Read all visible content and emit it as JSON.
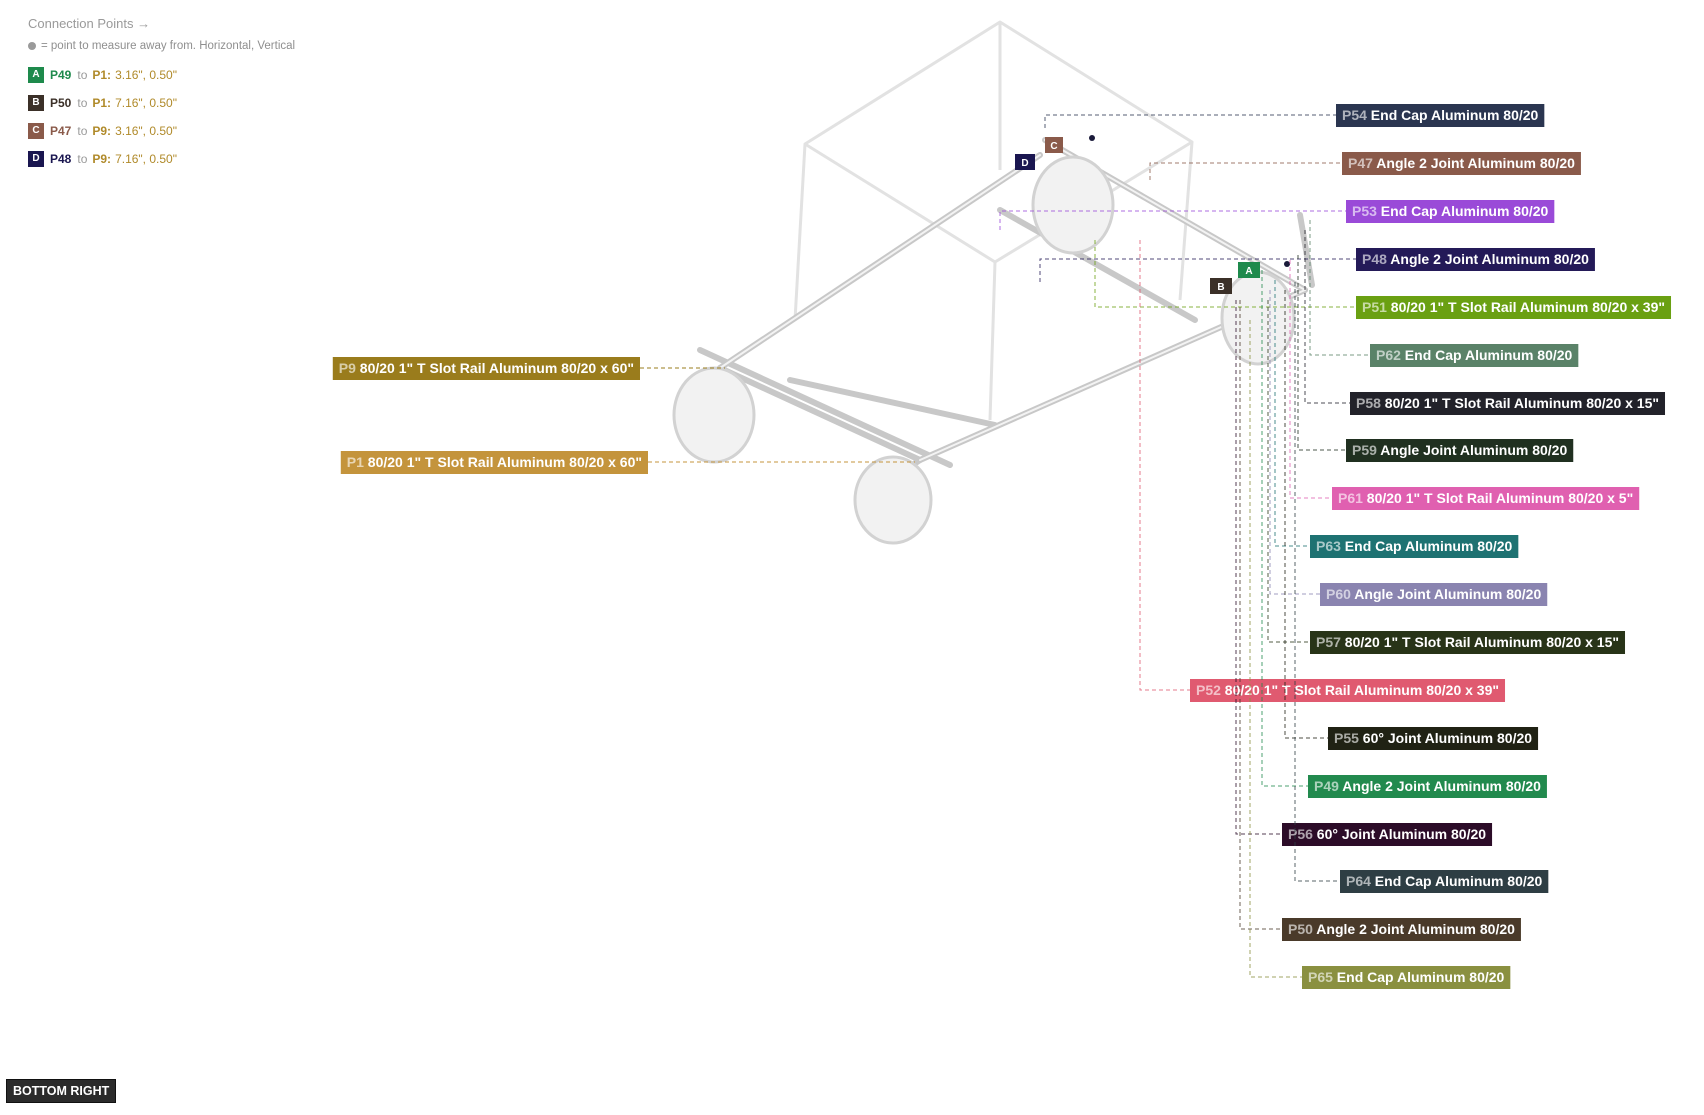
{
  "legend": {
    "title": "Connection Points →",
    "note": "= point to measure away from. Horizontal, Vertical",
    "rows": [
      {
        "letter": "A",
        "from": "P49",
        "to_word": "to",
        "target": "P1:",
        "value": "3.16\", 0.50\"",
        "color": "#1e8a4c"
      },
      {
        "letter": "B",
        "from": "P50",
        "to_word": "to",
        "target": "P1:",
        "value": "7.16\", 0.50\"",
        "color": "#3b3028"
      },
      {
        "letter": "C",
        "from": "P47",
        "to_word": "to",
        "target": "P9:",
        "value": "3.16\", 0.50\"",
        "color": "#8a5a4a"
      },
      {
        "letter": "D",
        "from": "P48",
        "to_word": "to",
        "target": "P9:",
        "value": "7.16\", 0.50\"",
        "color": "#1a1650"
      }
    ]
  },
  "parts": [
    {
      "id": "P54",
      "name": "End Cap Aluminum 80/20",
      "color": "#2a3550"
    },
    {
      "id": "P47",
      "name": "Angle 2 Joint Aluminum 80/20",
      "color": "#8a5a4a"
    },
    {
      "id": "P53",
      "name": "End Cap Aluminum 80/20",
      "color": "#9a4ad8"
    },
    {
      "id": "P48",
      "name": "Angle 2 Joint Aluminum 80/20",
      "color": "#241a58"
    },
    {
      "id": "P51",
      "name": "80/20 1\" T Slot Rail Aluminum 80/20 x 39\"",
      "color": "#6aa012"
    },
    {
      "id": "P62",
      "name": "End Cap Aluminum 80/20",
      "color": "#5a8268"
    },
    {
      "id": "P58",
      "name": "80/20 1\" T Slot Rail Aluminum 80/20 x 15\"",
      "color": "#22222a"
    },
    {
      "id": "P59",
      "name": "Angle Joint Aluminum 80/20",
      "color": "#203020"
    },
    {
      "id": "P61",
      "name": "80/20 1\" T Slot Rail Aluminum 80/20 x 5\"",
      "color": "#e060b0"
    },
    {
      "id": "P63",
      "name": "End Cap Aluminum 80/20",
      "color": "#1e7272"
    },
    {
      "id": "P60",
      "name": "Angle Joint Aluminum 80/20",
      "color": "#8a84b0"
    },
    {
      "id": "P57",
      "name": "80/20 1\" T Slot Rail Aluminum 80/20 x 15\"",
      "color": "#283418"
    },
    {
      "id": "P52",
      "name": "80/20 1\" T Slot Rail Aluminum 80/20 x 39\"",
      "color": "#e05a70"
    },
    {
      "id": "P55",
      "name": "60° Joint Aluminum 80/20",
      "color": "#202214"
    },
    {
      "id": "P49",
      "name": "Angle 2 Joint Aluminum 80/20",
      "color": "#228a4e"
    },
    {
      "id": "P56",
      "name": "60° Joint Aluminum 80/20",
      "color": "#2c0c28"
    },
    {
      "id": "P64",
      "name": "End Cap Aluminum 80/20",
      "color": "#2e3e44"
    },
    {
      "id": "P50",
      "name": "Angle 2 Joint Aluminum 80/20",
      "color": "#4a3a2a"
    },
    {
      "id": "P65",
      "name": "End Cap Aluminum 80/20",
      "color": "#8a9040"
    },
    {
      "id": "P9",
      "name": "80/20 1\" T Slot Rail Aluminum 80/20 x 60\"",
      "color": "#9a7c1c"
    },
    {
      "id": "P1",
      "name": "80/20 1\" T Slot Rail Aluminum 80/20 x 60\"",
      "color": "#c4943c"
    }
  ],
  "markers": [
    "A",
    "B",
    "C",
    "D"
  ],
  "view_label": "BOTTOM RIGHT"
}
